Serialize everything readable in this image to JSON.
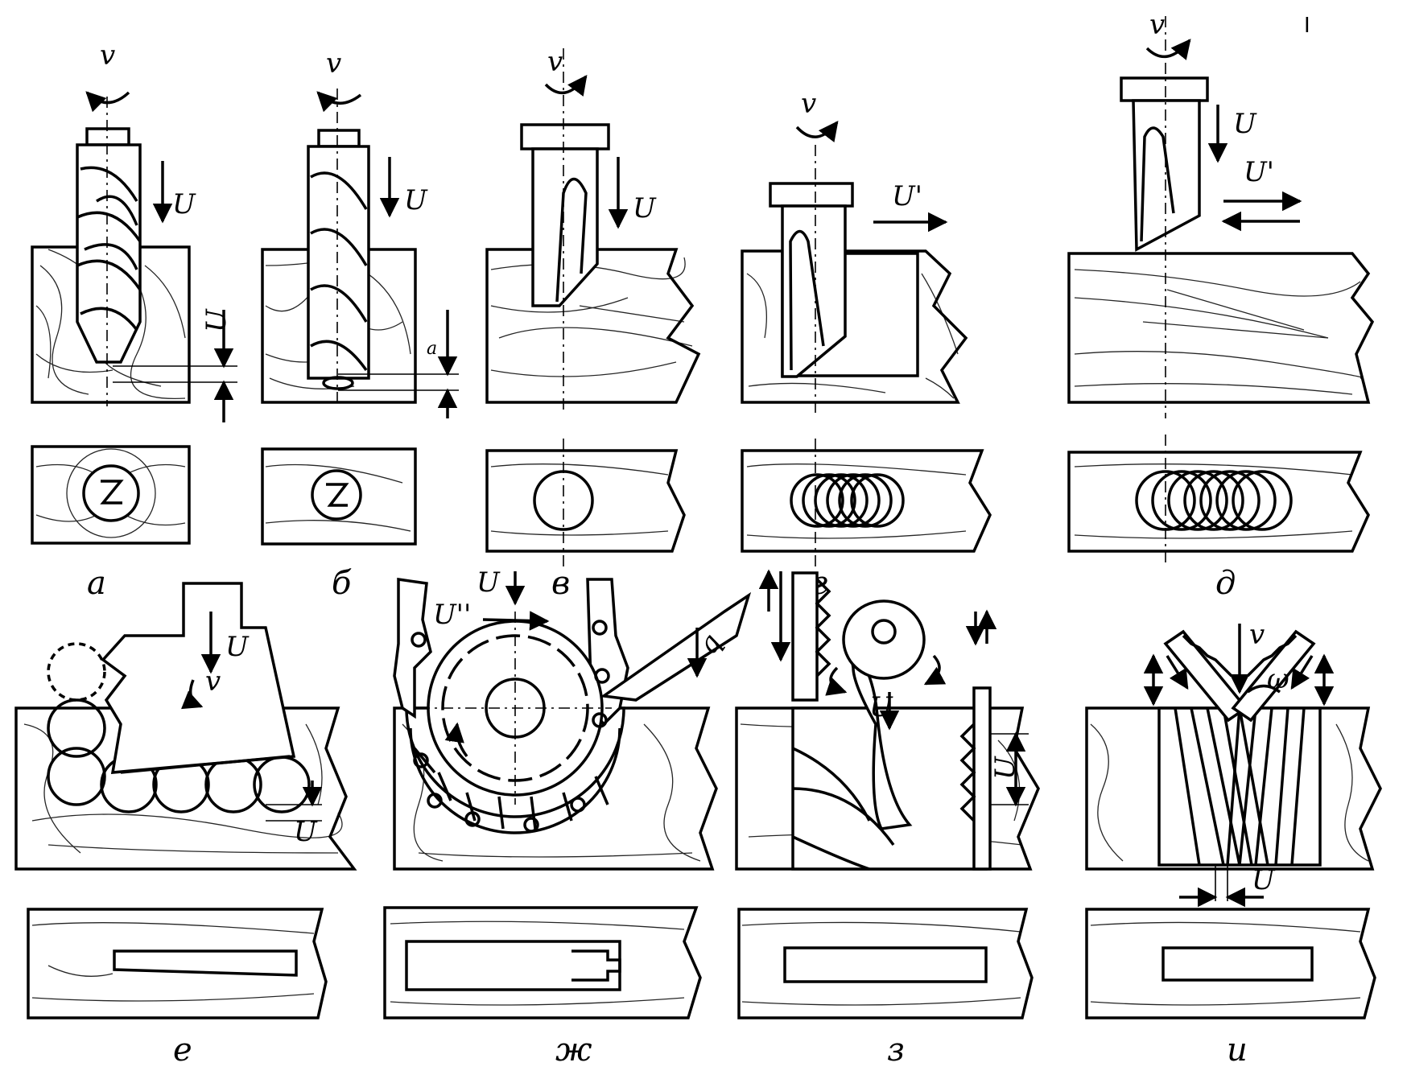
{
  "figure": {
    "corner_mark": "I",
    "labels": {
      "a": "а",
      "b": "б",
      "v": "в",
      "g": "г",
      "d": "д",
      "e": "е",
      "zh": "ж",
      "z": "з",
      "i": "и"
    },
    "symbols": {
      "rotation": "v",
      "feed": "U",
      "feed_prime": "U'",
      "feed_double_prime": "U''",
      "feed_n": "U",
      "feed_n_sub": "n",
      "feed_a_sub": "a",
      "angle_q": "q",
      "omega": "ω"
    }
  }
}
